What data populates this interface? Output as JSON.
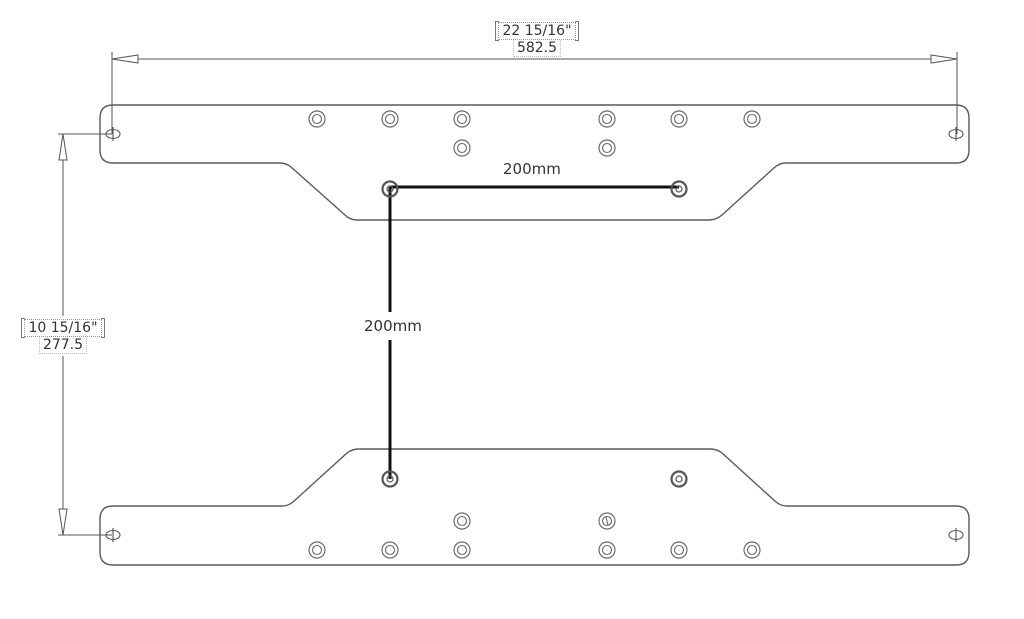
{
  "diagram": {
    "type": "technical-drawing",
    "subject": "VESA adapter plate pair (top view)",
    "colors": {
      "outline": "#5a5a5a",
      "vesa_lines": "#111111",
      "text": "#333333",
      "background": "#ffffff"
    },
    "dimensions": {
      "overall_width": {
        "imperial": "22 15/16\"",
        "metric": "582.5"
      },
      "overall_height": {
        "imperial": "10 15/16\"",
        "metric": "277.5"
      }
    },
    "vesa": {
      "horizontal_label": "200mm",
      "vertical_label": "200mm"
    },
    "parts": [
      {
        "name": "upper-plate",
        "holes_row1": 6,
        "holes_row2": 2,
        "vesa_holes": 2,
        "slots": 2
      },
      {
        "name": "lower-plate",
        "holes_row1": 6,
        "holes_row2": 2,
        "vesa_holes": 2,
        "slots": 2
      }
    ]
  }
}
